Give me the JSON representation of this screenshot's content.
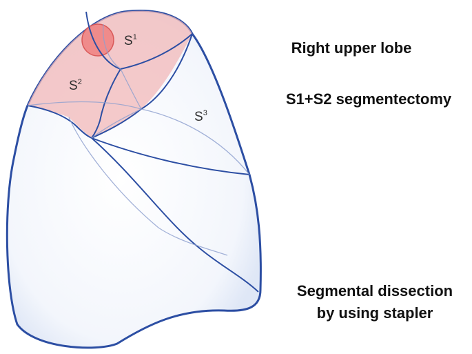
{
  "figure": {
    "title": "Right upper lobe",
    "procedure": "S1+S2 segmentectomy",
    "technique_line1": "Segmental dissection",
    "technique_line2": "by using stapler"
  },
  "segments": [
    {
      "name": "S",
      "sup": "1"
    },
    {
      "name": "S",
      "sup": "2"
    },
    {
      "name": "S",
      "sup": "3"
    }
  ],
  "colors": {
    "outline": "#2c4ea3",
    "resected_fill": "#f2b8b8",
    "lesion_fill": "#ee8080",
    "lung_fill": "#f4f7fd"
  }
}
